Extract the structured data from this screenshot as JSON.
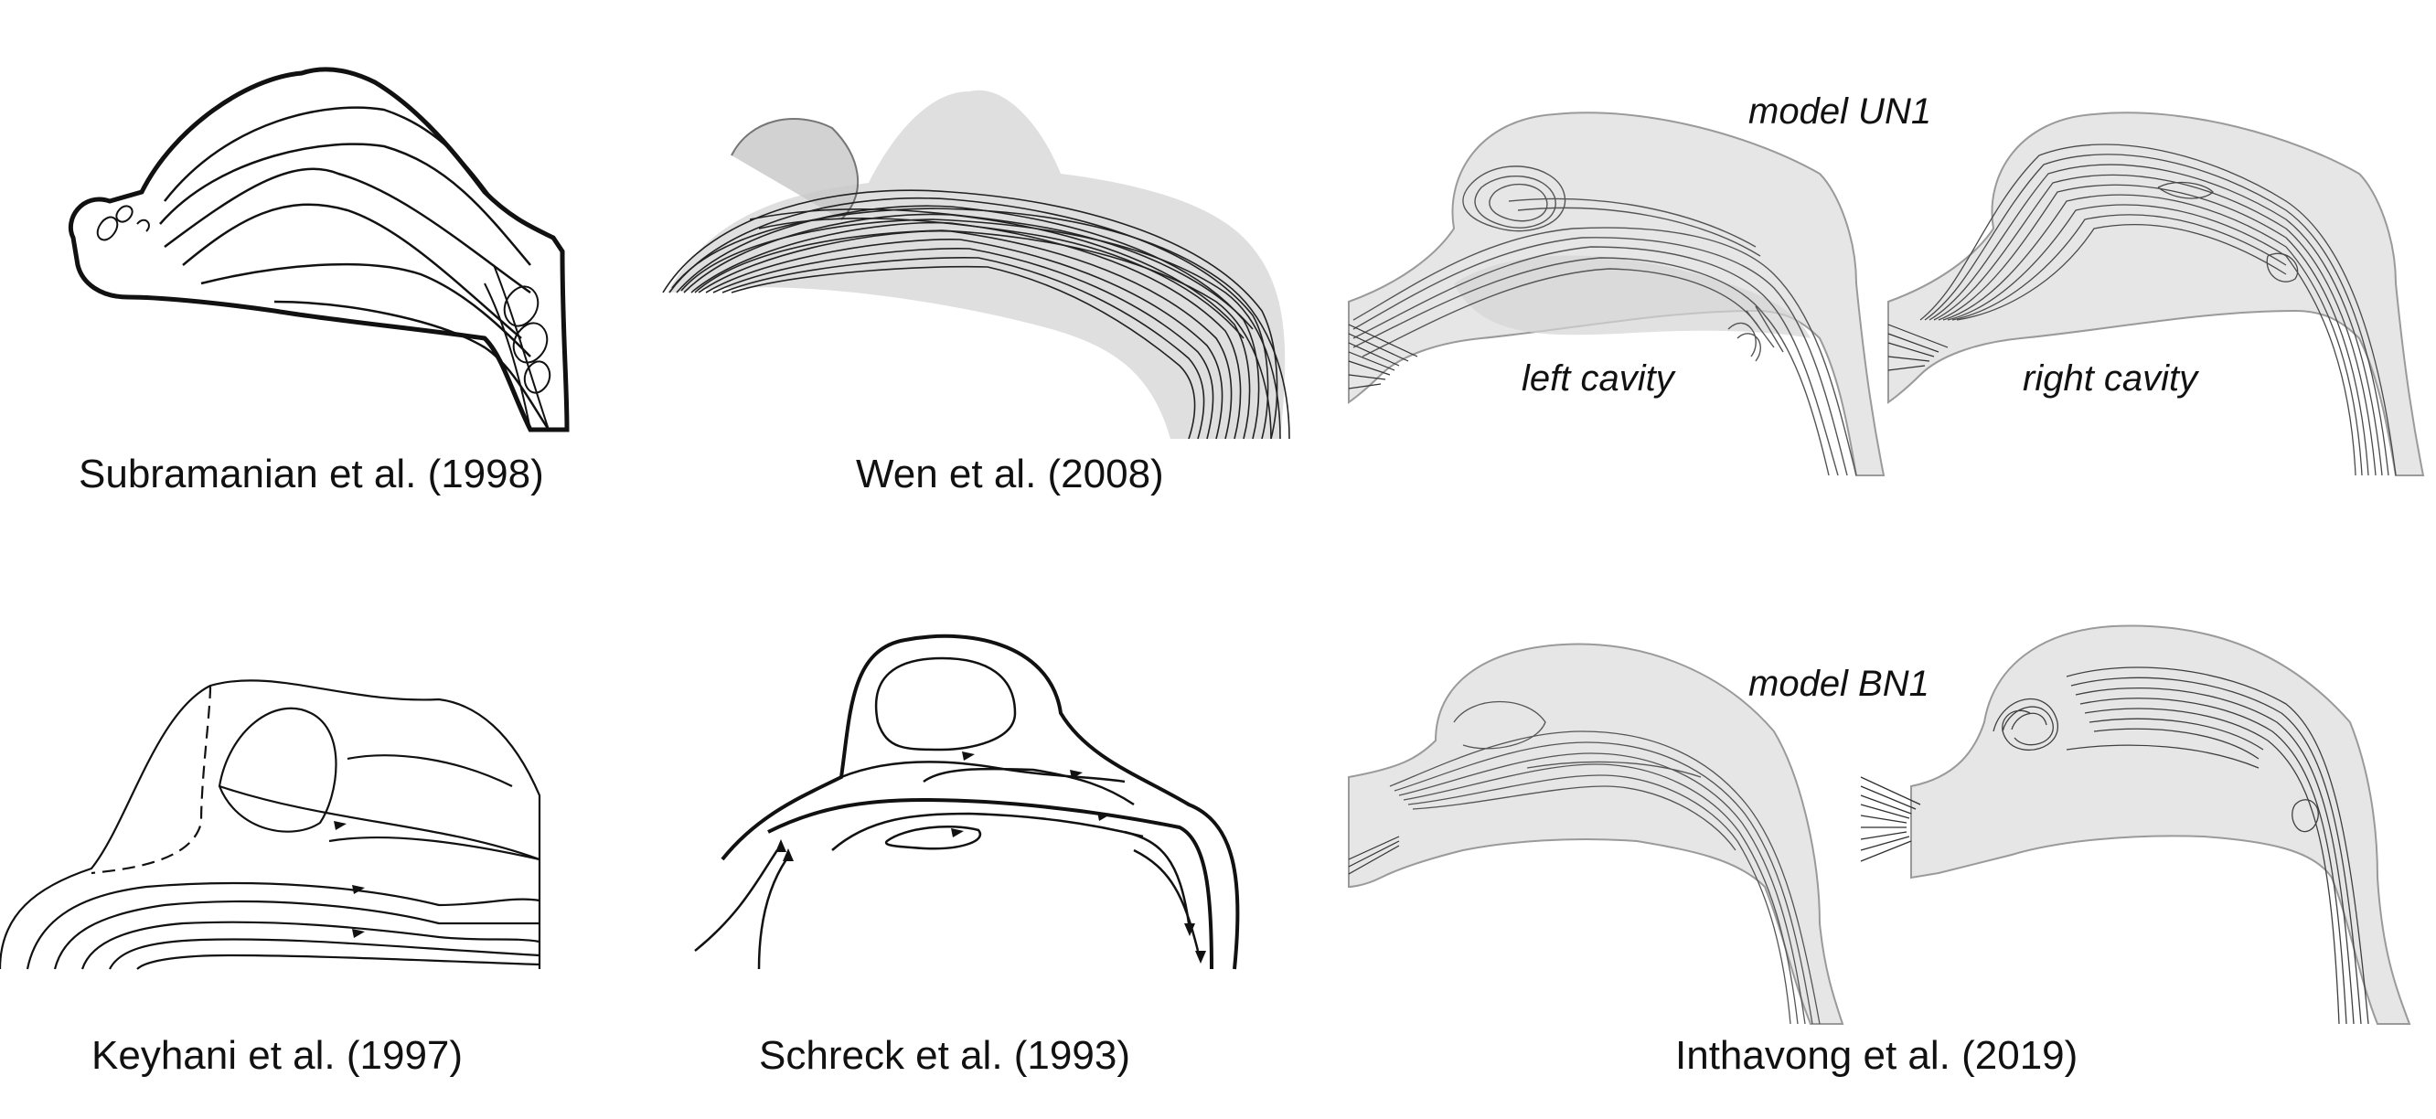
{
  "captions": {
    "subramanian": "Subramanian et al. (1998)",
    "wen": "Wen et al. (2008)",
    "keyhani": "Keyhani et al. (1997)",
    "schreck": "Schreck et al. (1993)",
    "inthavong": "Inthavong et al. (2019)"
  },
  "labels": {
    "model_un1": "model UN1",
    "model_bn1": "model BN1",
    "left_cavity": "left cavity",
    "right_cavity": "right cavity"
  }
}
